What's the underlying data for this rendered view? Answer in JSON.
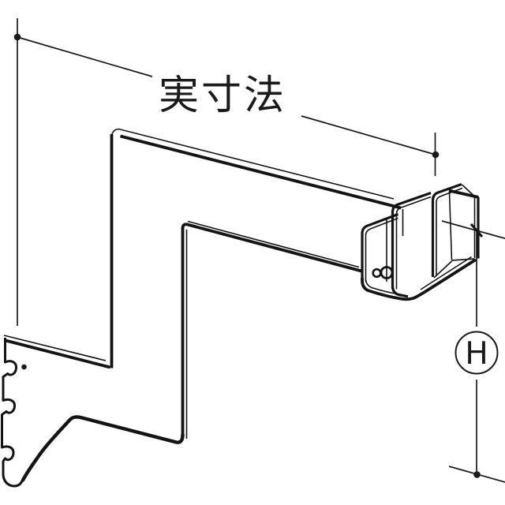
{
  "diagram": {
    "type": "technical-line-drawing",
    "subject": "wall-bracket-with-hangrail-clamp",
    "background_color": "#ffffff",
    "line_color": "#141414",
    "labels": {
      "dimension_label": "実寸法",
      "height_symbol": "H"
    }
  }
}
